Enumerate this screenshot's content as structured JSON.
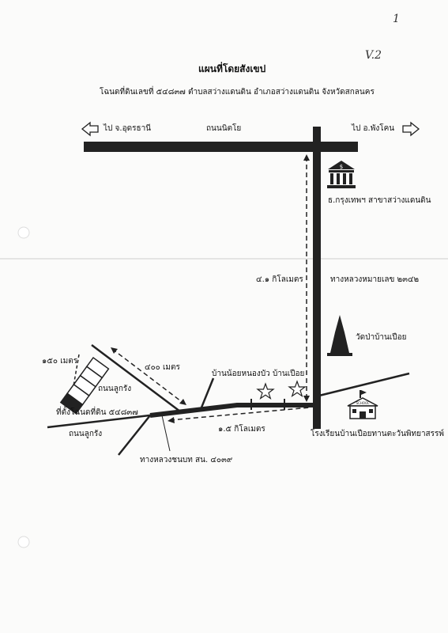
{
  "page": {
    "corner_mark": "1",
    "handwritten_note": "V.2",
    "title": "แผนที่โดยสังเขป",
    "subtitle": "โฉนดที่ดินเลขที่ ๕๔๘๓๗ ตำบลสว่างแดนดิน อำเภอสว่างแดนดิน จังหวัดสกลนคร"
  },
  "labels": {
    "to_udon": "ไป จ.อุดรธานี",
    "road_nitiyo": "ถนนนิตโย",
    "to_phangkhon": "ไป อ.พังโคน",
    "bank": "ธ.กรุงเทพฯ สาขาสว่างแดนดิน",
    "distance_4_1": "๔.๑ กิโลเมตร",
    "highway_2342": "ทางหลวงหมายเลข ๒๓๔๒",
    "temple": "วัดป่าบ้านเปือย",
    "village_labels": "บ้านน้อยหนองบัว บ้านเปือย",
    "distance_150": "๑๕๐ เมตร",
    "distance_400": "๔๐๐ เมตร",
    "road_lukrung_upper": "ถนนลูกรัง",
    "land_location": "ที่ตั้งโฉนดที่ดิน ๕๔๘๓๗",
    "road_lukrung_lower": "ถนนลูกรัง",
    "distance_1_5": "๑.๕ กิโลเมตร",
    "school": "โรงเรียนบ้านเปือยทานตะวันพิทยาสรรพ์",
    "rural_road": "ทางหลวงชนบท สน. ๔๐๓๙",
    "school_sign": "SCHOOL",
    "bank_symbol": "$"
  },
  "icons": [
    "bank-icon",
    "temple-icon",
    "school-icon",
    "star-icon",
    "arrow-left-icon",
    "arrow-right-icon"
  ]
}
